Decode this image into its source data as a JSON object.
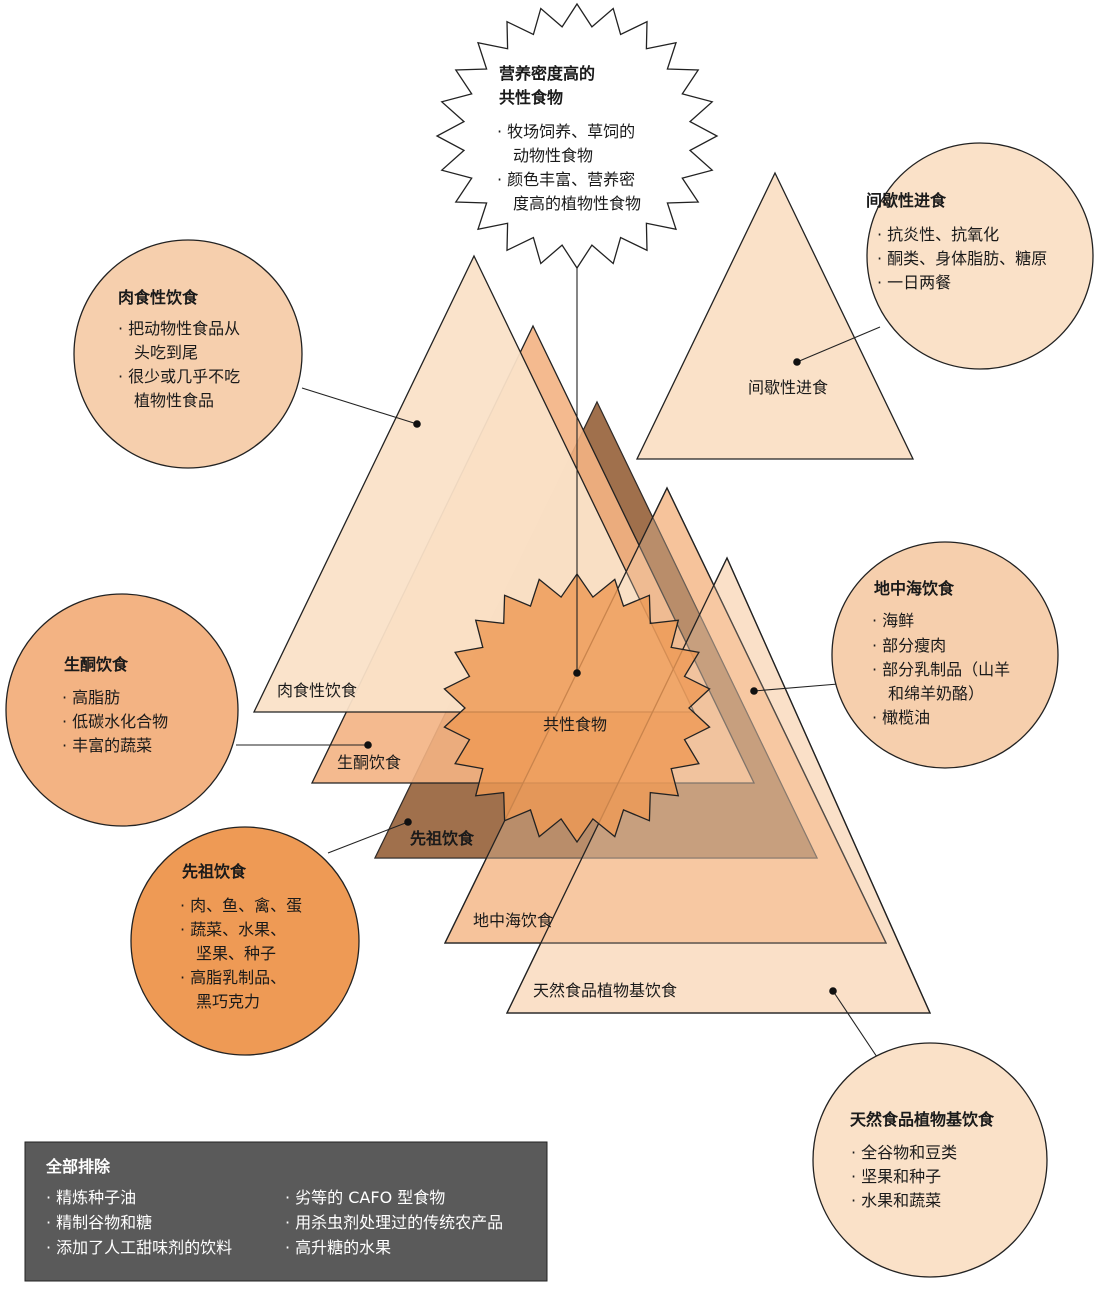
{
  "colors": {
    "light": "#fae1c8",
    "lightBox": "#f6cfad",
    "medium": "#f3b383",
    "orange": "#ee9a55",
    "dark": "#8a5c36",
    "darker": "#5e4636",
    "bannerBg": "#5a5a5a",
    "stroke": "#222222"
  },
  "shared": {
    "label": "共性食物",
    "title": [
      "营养密度高的",
      "共性食物"
    ],
    "items": [
      "· 牧场饲养、草饲的",
      "　动物性食物",
      "· 颜色丰富、营养密",
      "　度高的植物性食物"
    ]
  },
  "diets": {
    "carnivore": {
      "label": "肉食性饮食",
      "title": "肉食性饮食",
      "items": [
        "· 把动物性食品从",
        "　头吃到尾",
        "· 很少或几乎不吃",
        "　植物性食品"
      ]
    },
    "keto": {
      "label": "生酮饮食",
      "title": "生酮饮食",
      "items": [
        "· 高脂肪",
        "· 低碳水化合物",
        "· 丰富的蔬菜"
      ]
    },
    "paleo": {
      "label": "先祖饮食",
      "title": "先祖饮食",
      "items": [
        "· 肉、鱼、禽、蛋",
        "· 蔬菜、水果、",
        "　坚果、种子",
        "· 高脂乳制品、",
        "　黑巧克力"
      ]
    },
    "mediterranean": {
      "label": "地中海饮食",
      "title": "地中海饮食",
      "items": [
        "· 海鲜",
        "· 部分瘦肉",
        "· 部分乳制品（山羊",
        "　和绵羊奶酪）",
        "· 橄榄油"
      ]
    },
    "plant": {
      "label": "天然食品植物基饮食",
      "title": "天然食品植物基饮食",
      "items": [
        "· 全谷物和豆类",
        "· 坚果和种子",
        "· 水果和蔬菜"
      ]
    },
    "fasting": {
      "label": "间歇性进食",
      "title": "间歇性进食",
      "items": [
        "· 抗炎性、抗氧化",
        "· 酮类、身体脂肪、糖原",
        "· 一日两餐"
      ]
    }
  },
  "exclusions": {
    "title": "全部排除",
    "left": [
      "· 精炼种子油",
      "· 精制谷物和糖",
      "· 添加了人工甜味剂的饮料"
    ],
    "right": [
      "· 劣等的 CAFO 型食物",
      "· 用杀虫剂处理过的传统农产品",
      "· 高升糖的水果"
    ]
  }
}
